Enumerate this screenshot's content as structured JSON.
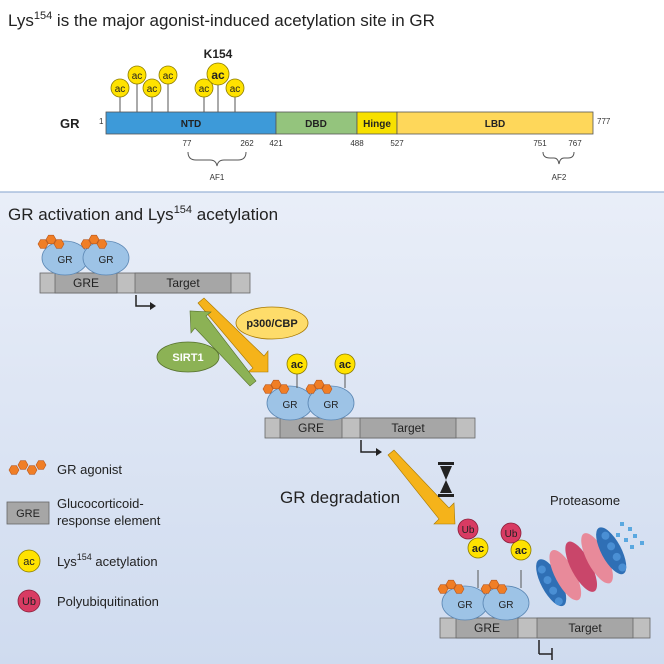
{
  "panel_top": {
    "title_pre": "Lys",
    "title_sup": "154",
    "title_post": " is the major agonist-induced acetylation site in GR",
    "protein_label": "GR",
    "highlight_site": "K154",
    "ac_label": "ac",
    "domains": [
      {
        "name": "NTD",
        "start": 1,
        "end": 421,
        "color": "#3d9ad9"
      },
      {
        "name": "DBD",
        "start": 421,
        "end": 488,
        "color": "#94c47d"
      },
      {
        "name": "Hinge",
        "start": 488,
        "end": 527,
        "color": "#f7e000"
      },
      {
        "name": "LBD",
        "start": 527,
        "end": 777,
        "color": "#fed75a"
      }
    ],
    "start_label": "1",
    "end_label": "777",
    "boundary_labels": [
      "421",
      "488",
      "527"
    ],
    "af1": {
      "label": "AF1",
      "start": "77",
      "end": "262"
    },
    "af2": {
      "label": "AF2",
      "start": "751",
      "end": "767"
    }
  },
  "panel_bottom": {
    "title_pre": "GR activation and Lys",
    "title_sup": "154",
    "title_post": " acetylation",
    "gr_label": "GR",
    "gre_label": "GRE",
    "target_label": "Target",
    "ac_label": "ac",
    "ub_label": "Ub",
    "p300_label": "p300/CBP",
    "sirt1_label": "SIRT1",
    "degradation_label": "GR degradation",
    "proteasome_label": "Proteasome"
  },
  "legend": {
    "agonist": "GR agonist",
    "gre_symbol": "GRE",
    "gre_line1": "Glucocorticoid-",
    "gre_line2": "response element",
    "ac_symbol": "ac",
    "acetylation_pre": "Lys",
    "acetylation_sup": "154",
    "acetylation_post": " acetylation",
    "ub_symbol": "Ub",
    "ubiquitination": "Polyubiquitination"
  },
  "colors": {
    "gr_blob": "#9dc3e6",
    "agonist": "#f07e26",
    "ac": "#ffe200",
    "ub": "#d83b63",
    "gene_bar": "#bfbfbf",
    "p300": "#fedc6a",
    "sirt1": "#8cb255",
    "panel_bg": "#dde7f5"
  }
}
